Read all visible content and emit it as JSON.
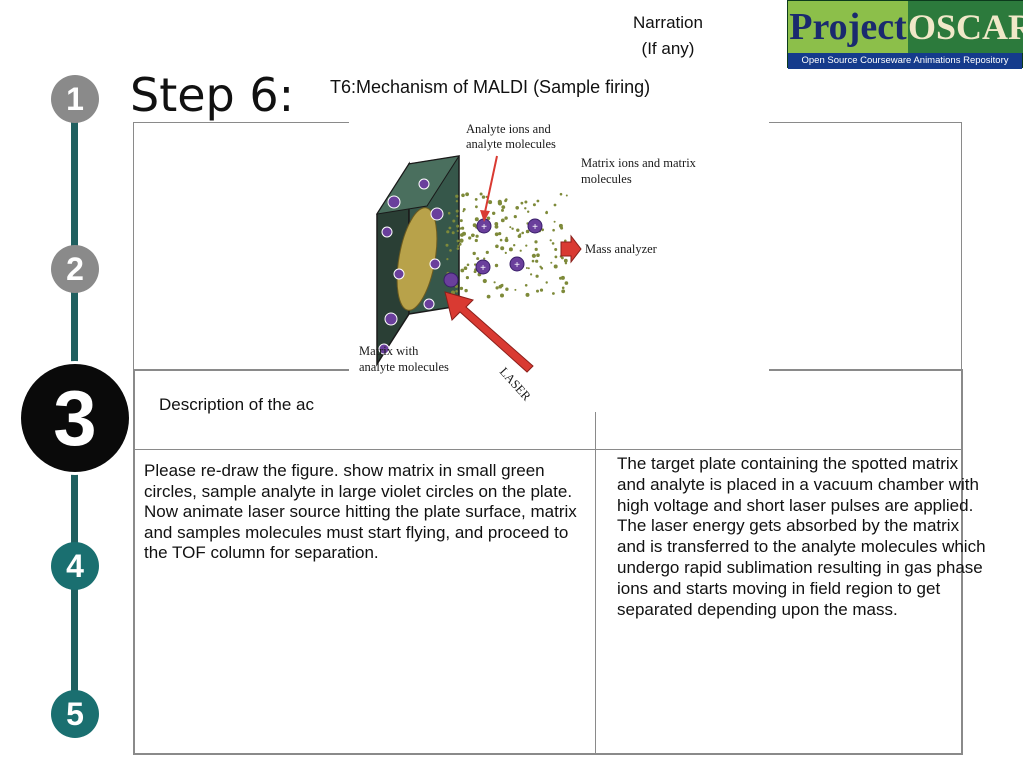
{
  "header": {
    "step_title": "Step 6:",
    "subtitle": "T6:Mechanism of MALDI (Sample firing)"
  },
  "logo": {
    "word1": "Project",
    "word2": "OSCAR",
    "tagline": "Open Source Courseware Animations Repository"
  },
  "steps": [
    "1",
    "2",
    "3",
    "4",
    "5"
  ],
  "active_step": "3",
  "figure": {
    "analyte_label_1": "Analyte ions and",
    "analyte_label_2": "analyte molecules",
    "matrix_ions_label_1": "Matrix ions and matrix",
    "matrix_ions_label_2": "molecules",
    "mass_analyzer_label": "Mass analyzer",
    "matrix_with_label_1": "Matrix with",
    "matrix_with_label_2": "analyte molecules",
    "laser_label": "LASER",
    "ion_symbol": "+"
  },
  "table": {
    "left_header": "Description of the ac",
    "right_header_line1": "Narration",
    "right_header_line2": "(If any)",
    "left_body": "Please re-draw the figure. show matrix in small green circles, sample analyte in large violet circles on the plate. Now animate laser source hitting the plate surface, matrix and samples molecules must start flying, and proceed to the TOF column for separation.",
    "right_body": "The target plate containing the spotted matrix and analyte is placed in a vacuum chamber with high voltage and short laser pulses are applied. The laser energy gets absorbed by the matrix and is transferred to the analyte molecules which undergo rapid sublimation resulting in gas phase ions and starts moving in field region to get separated depending upon the mass."
  },
  "colors": {
    "timeline": "#1f5f5f",
    "step_grey": "#8a8a8a",
    "step_teal": "#1a6f70",
    "step_active": "#0a0a0a",
    "plate": "#2f4a3e",
    "analyte": "#6a3f9c",
    "laser_arrow": "#d93a32"
  }
}
